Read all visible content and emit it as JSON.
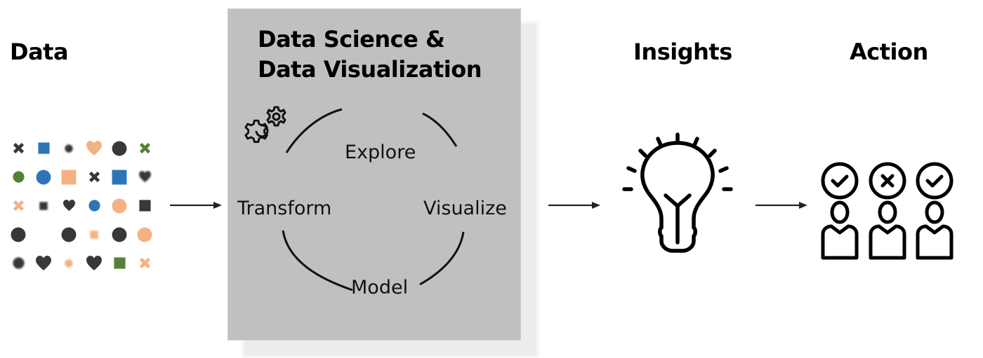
{
  "stages": {
    "data": {
      "title": "Data"
    },
    "process": {
      "title_line1": "Data Science &",
      "title_line2": "Data Visualization",
      "icon": "gears-icon",
      "cycle": [
        "Explore",
        "Visualize",
        "Model",
        "Transform"
      ]
    },
    "insights": {
      "title": "Insights",
      "icon": "lightbulb-icon"
    },
    "action": {
      "title": "Action",
      "icon": "people-decision-icon",
      "decisions": [
        "approve",
        "reject",
        "approve"
      ]
    }
  },
  "flow_arrows": [
    "data-to-process",
    "process-to-insights",
    "insights-to-action"
  ],
  "colors": {
    "dark": "#383838",
    "blue": "#2e75b6",
    "orange": "#f4b183",
    "green": "#548235",
    "box": "#c0c0c0",
    "shadow": "#ededed"
  },
  "data_symbols": [
    [
      {
        "shape": "x",
        "color": "dark",
        "size": "s"
      },
      {
        "shape": "square",
        "color": "blue",
        "size": "s"
      },
      {
        "shape": "circle",
        "color": "dark",
        "size": "xs",
        "blur": true
      },
      {
        "shape": "heart",
        "color": "orange",
        "size": "m"
      },
      {
        "shape": "circle",
        "color": "dark",
        "size": "m"
      },
      {
        "shape": "x",
        "color": "green",
        "size": "s"
      }
    ],
    [
      {
        "shape": "circle",
        "color": "green",
        "size": "s"
      },
      {
        "shape": "circle",
        "color": "blue",
        "size": "m"
      },
      {
        "shape": "square",
        "color": "orange",
        "size": "m"
      },
      {
        "shape": "x",
        "color": "dark",
        "size": "s"
      },
      {
        "shape": "square",
        "color": "blue",
        "size": "m"
      },
      {
        "shape": "heart",
        "color": "dark",
        "size": "s",
        "blur": true
      }
    ],
    [
      {
        "shape": "x",
        "color": "orange",
        "size": "s"
      },
      {
        "shape": "square",
        "color": "dark",
        "size": "xs",
        "blur": true
      },
      {
        "shape": "heart",
        "color": "dark",
        "size": "s"
      },
      {
        "shape": "circle",
        "color": "blue",
        "size": "s"
      },
      {
        "shape": "circle",
        "color": "orange",
        "size": "m"
      },
      {
        "shape": "square",
        "color": "dark",
        "size": "s"
      }
    ],
    [
      {
        "shape": "circle",
        "color": "dark",
        "size": "m"
      },
      {
        "shape": "none"
      },
      {
        "shape": "circle",
        "color": "dark",
        "size": "m"
      },
      {
        "shape": "square",
        "color": "orange",
        "size": "xs",
        "blur": true
      },
      {
        "shape": "circle",
        "color": "dark",
        "size": "m"
      },
      {
        "shape": "circle",
        "color": "orange",
        "size": "m"
      }
    ],
    [
      {
        "shape": "circle",
        "color": "dark",
        "size": "s",
        "blur": true
      },
      {
        "shape": "heart",
        "color": "dark",
        "size": "m"
      },
      {
        "shape": "circle",
        "color": "orange",
        "size": "xs",
        "blur": true
      },
      {
        "shape": "heart",
        "color": "dark",
        "size": "m"
      },
      {
        "shape": "square",
        "color": "green",
        "size": "s"
      },
      {
        "shape": "x",
        "color": "orange",
        "size": "s"
      }
    ]
  ]
}
